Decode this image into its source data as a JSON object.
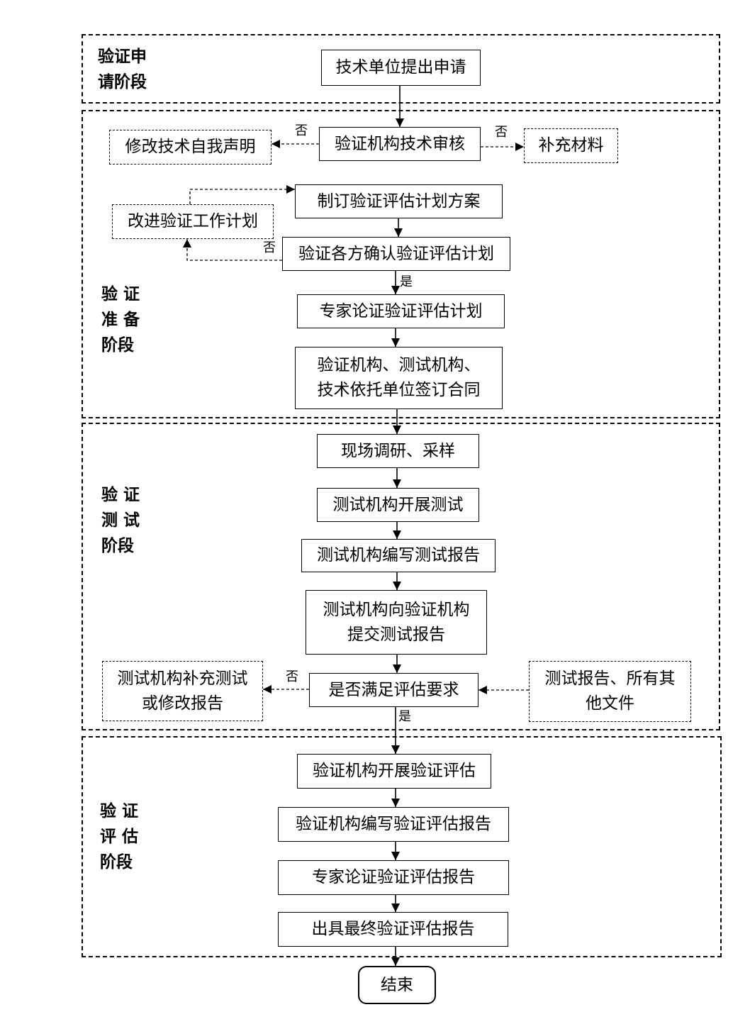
{
  "stages": [
    {
      "label": [
        "验证申",
        "请阶段"
      ]
    },
    {
      "label": [
        "验 证",
        "准 备",
        "阶段"
      ]
    },
    {
      "label": [
        "验 证",
        "测 试",
        "阶段"
      ]
    },
    {
      "label": [
        "验 证",
        "评 估",
        "阶段"
      ]
    }
  ],
  "nodes": {
    "apply": "技术单位提出申请",
    "review": "验证机构技术审核",
    "revise_statement": "修改技术自我声明",
    "supplement": "补充材料",
    "plan": "制订验证评估计划方案",
    "improve_plan": "改进验证工作计划",
    "confirm_plan": "验证各方确认验证评估计划",
    "expert_plan": "专家论证验证评估计划",
    "contract": [
      "验证机构、测试机构、",
      "技术依托单位签订合同"
    ],
    "survey": "现场调研、采样",
    "testing": "测试机构开展测试",
    "write_test_report": "测试机构编写测试报告",
    "submit_test_report": [
      "测试机构向验证机构",
      "提交测试报告"
    ],
    "meets_requirements": "是否满足评估要求",
    "supplement_test": [
      "测试机构补充测试",
      "或修改报告"
    ],
    "test_documents": [
      "测试报告、所有其",
      "他文件"
    ],
    "conduct_assessment": "验证机构开展验证评估",
    "write_assessment_report": "验证机构编写验证评估报告",
    "expert_report": "专家论证验证评估报告",
    "final_report": "出具最终验证评估报告",
    "end": "结束"
  },
  "edge_labels": {
    "review_no_left": "否",
    "review_no_right": "否",
    "confirm_no": "否",
    "confirm_yes": "是",
    "meets_no": "否",
    "meets_yes": "是"
  }
}
